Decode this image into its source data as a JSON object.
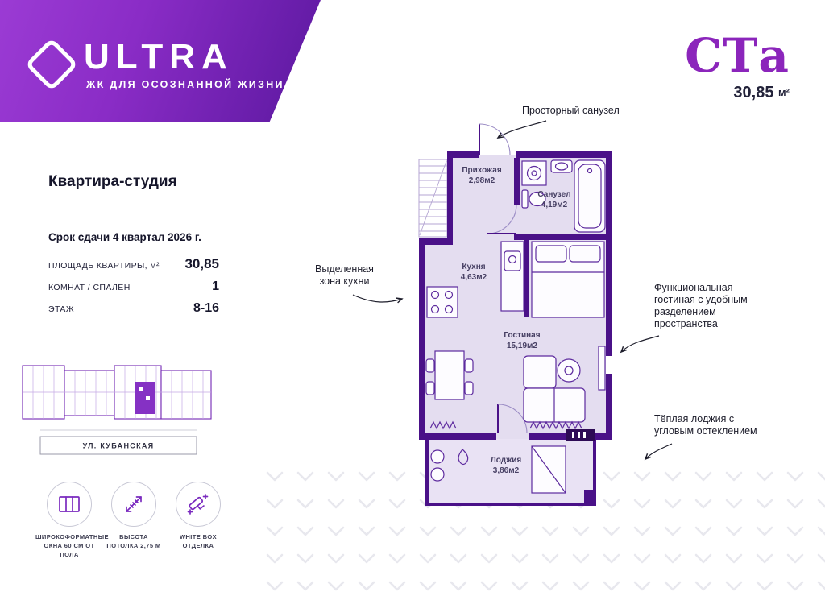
{
  "brand": {
    "logo_text": "ULTRA",
    "tagline": "ЖК ДЛЯ ОСОЗНАННОЙ ЖИЗНИ"
  },
  "unit": {
    "code": "СТа",
    "area_value": "30,85",
    "area_unit": "м²",
    "type_title": "Квартира-студия",
    "deadline": "Срок сдачи 4 квартал 2026 г."
  },
  "specs": [
    {
      "label": "ПЛОЩАДЬ КВАРТИРЫ, м²",
      "value": "30,85"
    },
    {
      "label": "КОМНАТ / СПАЛЕН",
      "value": "1"
    },
    {
      "label": "ЭТАЖ",
      "value": "8-16"
    }
  ],
  "site_plan": {
    "street": "УЛ. КУБАНСКАЯ"
  },
  "features": [
    {
      "icon": "window-icon",
      "label": "ШИРОКОФОРМАТНЫЕ\nОКНА 60 СМ ОТ ПОЛА"
    },
    {
      "icon": "ceiling-height-icon",
      "label": "ВЫСОТА\nПОТОЛКА 2,75 М"
    },
    {
      "icon": "paint-roller-icon",
      "label": "WHITE BOX\nОТДЕЛКА"
    }
  ],
  "floor_plan": {
    "rooms": [
      {
        "name": "Прихожая",
        "area": "2,98м2"
      },
      {
        "name": "Санузел",
        "area": "4,19м2"
      },
      {
        "name": "Кухня",
        "area": "4,63м2"
      },
      {
        "name": "Гостиная",
        "area": "15,19м2"
      },
      {
        "name": "Лоджия",
        "area": "3,86м2"
      }
    ]
  },
  "annotations": [
    {
      "text": "Просторный санузел"
    },
    {
      "text": "Выделенная\nзона кухни"
    },
    {
      "text": "Функциональная\nгостиная с удобным\nразделением\nпространства"
    },
    {
      "text": "Тёплая лоджия с\nугловым остеклением"
    }
  ],
  "colors": {
    "brand_purple": "#7a22bd",
    "wall_purple": "#4a1188",
    "floor_lavender": "#e4ddf0",
    "unit_code_purple": "#8b25bb"
  }
}
